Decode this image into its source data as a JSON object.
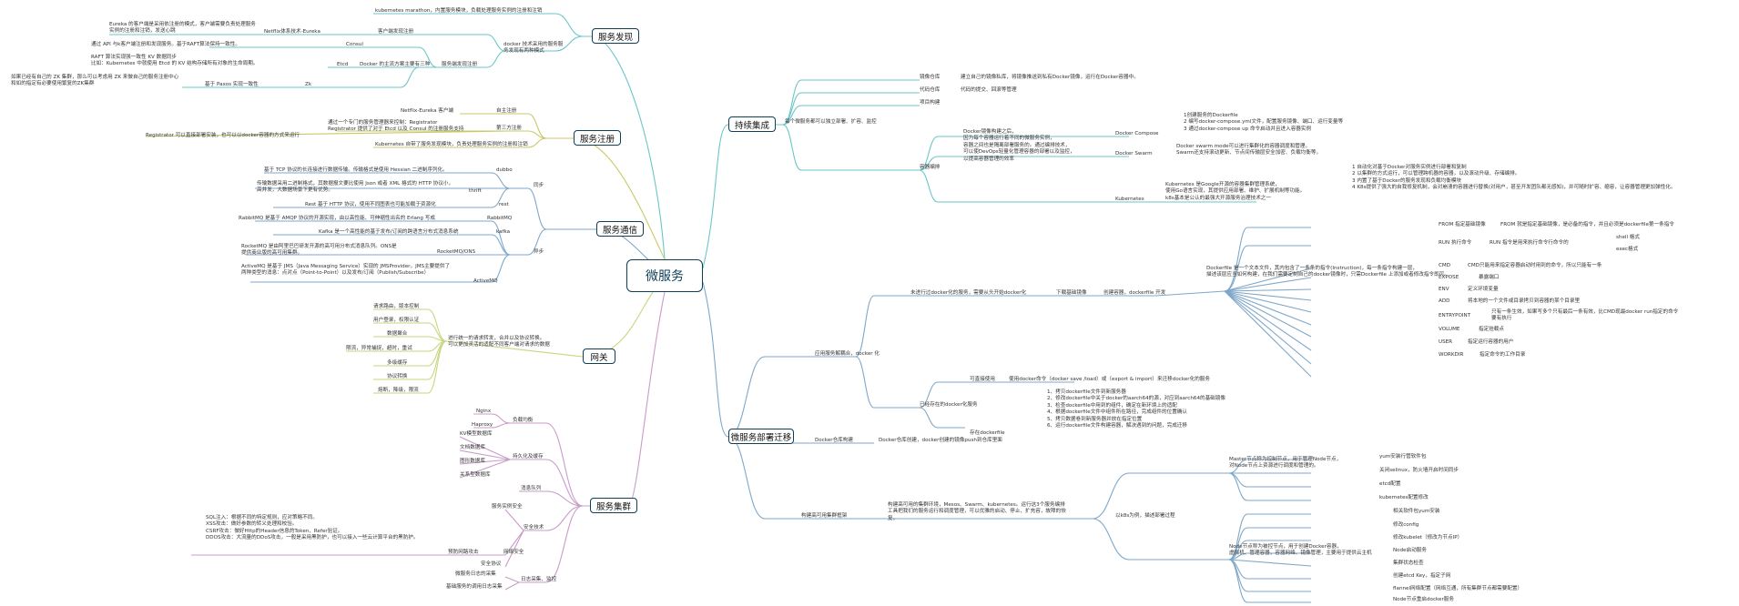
{
  "root": "微服务",
  "branches": {
    "fx": "服务发现",
    "zc": "服务注册",
    "tx": "服务通信",
    "wg": "网关",
    "jq": "服务集群",
    "jc": "持续集成",
    "qy": "微服务部署迁移"
  },
  "fx": {
    "k8s": "kubernetes marathon，内置服务模块，负载处理服务实例的注册和注销",
    "eureka": "Eureka 的客户端是采用依注册的模式，客户端需要负责处理服务实例的注册和注销，发送心跳",
    "netflix": "Netflix体系技术-Eureka",
    "client": "客户端发现注册",
    "docker": "docker 技术采用的服务服务发现有两种模式",
    "consul_d": "通过 API 与k客户端注册和发现服务。基于RAFT算法保持一致性。",
    "consul": "Consul",
    "raft": "RAFT 算法实现强一致性 KV 数据同步\n比如：Kubernetes 中就使用 Etcd 的 KV 结构存储所有对象的生命周期。",
    "etcd": "Etcd",
    "main3": "Docker 的主流方案主要有三种",
    "server": "服务端发现注册",
    "zk_d": "如果已经有自己的 ZK 集群，那么可以考虑用 ZK 来做自己的服务注册中心\n和如的指定有必要使用繁复的ZK集群",
    "paxos": "基于 Paxos 实现一致性",
    "zk": "Zk"
  },
  "zc": {
    "eureka": "Netflix-Eureka 客户端",
    "self": "自主注册",
    "third_d": "通过一个专门的服务管理器来控制：Registrator\nRegistrator 提供了对于 Etcd 以及 Consul 的注册服务支持",
    "third": "第三方注册",
    "reg": "Registrator 可以直接部署安装，也可以以docker容器的方式来运行",
    "k8s": "Kubernetes 自带了服务发现模块，负责处理服务实例的注册和注销"
  },
  "tx": {
    "dubbo_d": "基于 TCP 协议的长连接进行数据传输。传输格式是使用 Hessian 二进制序列化。",
    "dubbo": "dubbo",
    "thrift_d": "传输数据采用二进制格式，其数据报文要比使用 Json 或者 XML 格式的 HTTP 协议小，\n高并发，大数据场景下更有优势。",
    "thrift": "thrift",
    "sync": "同步",
    "rest_d": "Rest 基于 HTTP 协议，使用不同图表也可能加载于资源化",
    "rest": "rest",
    "rabbit_d": "RabbitMQ 是基于 AMQP 协议的开源实现，由以高性能、可伸缩性出名的 Erlang 写成",
    "rabbit": "RabbitMQ",
    "kafka_d": "Kafka 是一个高性能的基于发布/订阅的跨语言分布式消息系统",
    "kafka": "kafka",
    "async": "异步",
    "rocket_d": "RocketMQ 是由阿里巴巴研发开源的高可用分布式消息队列。ONS是提供商业版的高可用集群。",
    "rocket": "RocketMQ/ONS",
    "active_d": "ActiveMQ 是基于 JMS（Java Messaging Service）实现的 JMSProvider。JMS主要提供了两种类型的消息：点对点（Point-to-Point）以及发布/订阅（Publish/Subscribe）",
    "active": "ActiveMQ"
  },
  "wg": {
    "desc": "进行统一的请求转发，合并以及协议转换。\n可以更加灵活的适配不同客户端对请求的数据",
    "items": [
      "请求路由，版本控制",
      "用户登录，权限认证",
      "数据聚合",
      "限流，异常捕捉，超时，重试",
      "多级缓存",
      "协议转换",
      "熔断，降级，限流"
    ]
  },
  "jq": {
    "lb": "负载均衡",
    "nginx": "Nginx",
    "haproxy": "Haproxy",
    "persist": "持久化及缓存",
    "kv": "KV模型数据库",
    "doc": "文档数据库",
    "graph": "图形数据库",
    "rel": "关系型数据库",
    "mq": "消息队列",
    "sec": "安全技术",
    "impl": "服务实例安全",
    "sql_d": "SQL注入：根据不同的特定规则，应对策略不同。\nXSS攻击：做好参数的转义处理和校验。\nCSRF攻击：做好Http的Header信息的Token、Refer验证。\nDDOS攻击：大流量的DDoS攻击，一般是采用黑防护，也可以接入一些云计算平台的黑防护。",
    "net": "预防网路攻击",
    "netsec": "网络安全",
    "proto": "安全协议",
    "log": "日志采集、监控",
    "log1": "微服务日志的采集",
    "log2": "基础服务的调用日志采集"
  },
  "jc": {
    "main": "每个微服务都可以独立部署、扩容、监控",
    "img": "镜像仓库",
    "img_d": "建立自己的镜像私库，将镜像推送到私有Docker镜像，运行在Docker容器中。",
    "code": "代码仓库",
    "code_d": "代码的提交、回滚等管理",
    "build": "项目构建",
    "deploy": "容器编排",
    "deploy_d": "Docker镜像构建之后，\n因为每个容器运行着不同的微服务实例，\n容器之间也是隔离部署服务的。通过编排技术，\n可以使DevOps轻量化管理容器的部署以及监控，\n以提高容器管理的效率",
    "compose": "Docker Compose",
    "compose_d": "1创建服务的Dockerfile\n2 编写docker-compose.yml文件，配置服务镜像、端口、运行变量等\n3 通过docker-compose up 命令启动并且进入容器实例",
    "swarm": "Docker Swarm",
    "swarm_d": "Docker swarm mode可以进行集群化的容器调度和管理。\nSwarm还支持滚动更新、节点间传输层安全加密、负载均衡等。",
    "k8s": "Kubernetes",
    "k8s_d": "Kubernetes 是Google开源的容器集群管理系统，\n使用Go语言实现，其提供应用部署、维护、扩展机制等功能。\nk8s基本是公认的最强大开源服务治理技术之一",
    "k8s_d2": "1 自动化对基于Docker对服务实例进行部署和复制\n2 以集群的方式运行，可以管理跨机器的容器，以及滚动升级、存储编排。\n3 内置了基于Docker的服务发现和负载均衡模块\n4 K8s提供了强大的自我修复机制，会对崩溃的容器进行替换(对用户，甚至开发团队都无感知)，并可随时扩容、缩容，让容器管理更加弹性化。"
  },
  "qy": {
    "decouple": "应用服务解耦合，docker 化",
    "unbuilt": "未进行过docker化的服务，需要从头开始docker化",
    "base": "下载基础镜像",
    "write": "创建容器，dockerfile 开发",
    "df_d": "Dockerfile 是一个文本文件，其内包含了一条条的指令(Instruction)，每一条指令构建一层，\n描述该层应当如何构建，在我们需要定制自己的docker镜像时，只需Dockerfile 上添加或者修改指令即可。",
    "cmds": [
      [
        "FROM 指定基础镜像",
        "FROM 就是指定基础镜像，是必备的指令，并且必须是dockerfile第一条指令"
      ],
      [
        "RUN 执行命令",
        "RUN 指令是用来执行命令行命令的"
      ],
      [
        "CMD",
        "CMD只能用来指定容器启动时用到的命令，所以只能有一条"
      ],
      [
        "EXPOSE",
        "暴露端口"
      ],
      [
        "ENV",
        "定义环境变量"
      ],
      [
        "ADD",
        "将本地的一个文件或目录拷贝到容器的某个目录里"
      ],
      [
        "ENTRYPOINT",
        "只有一条生效，如果写多个只有最后一条有效，比CMD现最docker run指定的命令要有执行"
      ],
      [
        "VOLUME",
        "指定挂载点"
      ],
      [
        "USER",
        "指定运行容器的用户"
      ],
      [
        "WORKDIR",
        "指定命令的工作目录"
      ]
    ],
    "shell": "shell 格式",
    "exec": "exec格式",
    "built": "已经存在的docker化服务",
    "direct": "可直接使用",
    "direct_d": "使用docker命令（docker save /load）或（export & import）来迁移docker化的服务",
    "exist": "存在dockerfile",
    "exist_d": "1、拷贝dockerfile文件到新服务器\n2、修改dockerfile中关于docker的aarch64的源，对应到aarch64的基础镜像\n3、检查dockerfile中用到的组件，确定在新环境上的适配\n4、根据dockerfile文件中组件所在路径，完成组件的位置确认\n5、拷贝数据卷到新服务器并放在指定位置\n6、运行dockerfile文件构建容器，解决遇到的问题，完成迁移",
    "repo": "Docker仓库构建",
    "repo_d": "Docker仓库创建，docker创建的镜像push到仓库里面",
    "cluster": "构建高可用集群框架",
    "cluster_d": "构建高可用的集群环境，Mesos、Swarm、kubernetes。运行这3个服务编排工具把我们的服务运行和调度管理，可以优雅的启动、停止、扩充容，故障的恢复。",
    "k8s_eg": "以k8s为例，描述部署过程",
    "master": "Master节点称为控制节点，用于管理Node节点，\n对Node节点上资源进行调度和管理的。",
    "master_items": [
      "yum安装行管软件包",
      "关闭selinux，防火墙开启时间同步",
      "etcd配置",
      "kubernetes配置修改"
    ],
    "node": "Node节点称为被控节点，用于创建Docker容器，\n虚拟机、管理容器，容器网络、镜像管理，主要用于提供云主机",
    "node_items": [
      "相关软件包yum安装",
      "修改config",
      "修改kubelet（修改为节点IP）",
      "Node启动服务",
      "集群状态检查",
      "创建etcd Key，指定子网",
      "flannel网络配置（网络互通，所有集群节点都需要配置）",
      "Node节点重启docker服务"
    ]
  }
}
